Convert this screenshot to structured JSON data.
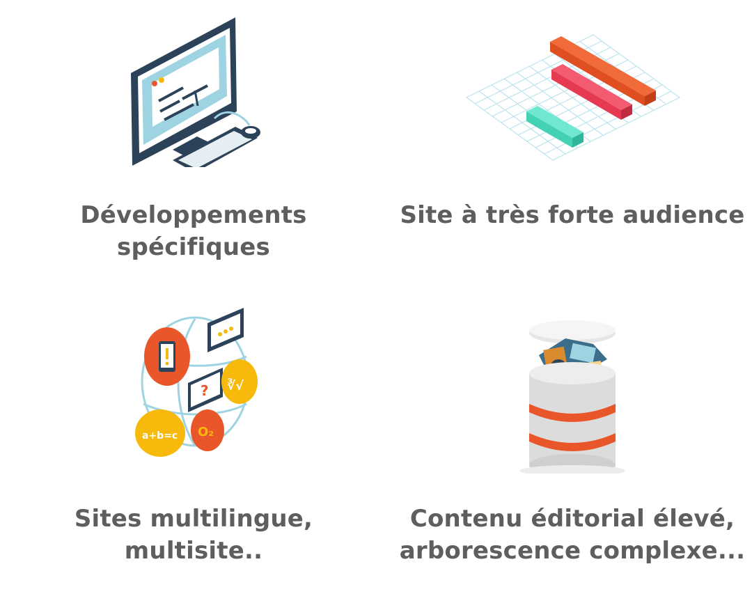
{
  "features": [
    {
      "icon": "computer-icon",
      "title_line1": "Développements",
      "title_line2": "spécifiques"
    },
    {
      "icon": "bar-chart-grid-icon",
      "title_line1": "Site à très forte audience",
      "title_line2": ""
    },
    {
      "icon": "multilingual-globe-icon",
      "title_line1": "Sites multilingue, multisite..",
      "title_line2": ""
    },
    {
      "icon": "database-icon",
      "title_line1": "Contenu éditorial élevé,",
      "title_line2": "arborescence complexe..."
    }
  ],
  "colors": {
    "text": "#5e5e5e",
    "navy": "#2b4259",
    "orange": "#e8562a",
    "red": "#ee3d55",
    "teal": "#4cdcbf",
    "yellow": "#f7b90c",
    "grid": "#bde3ee"
  }
}
